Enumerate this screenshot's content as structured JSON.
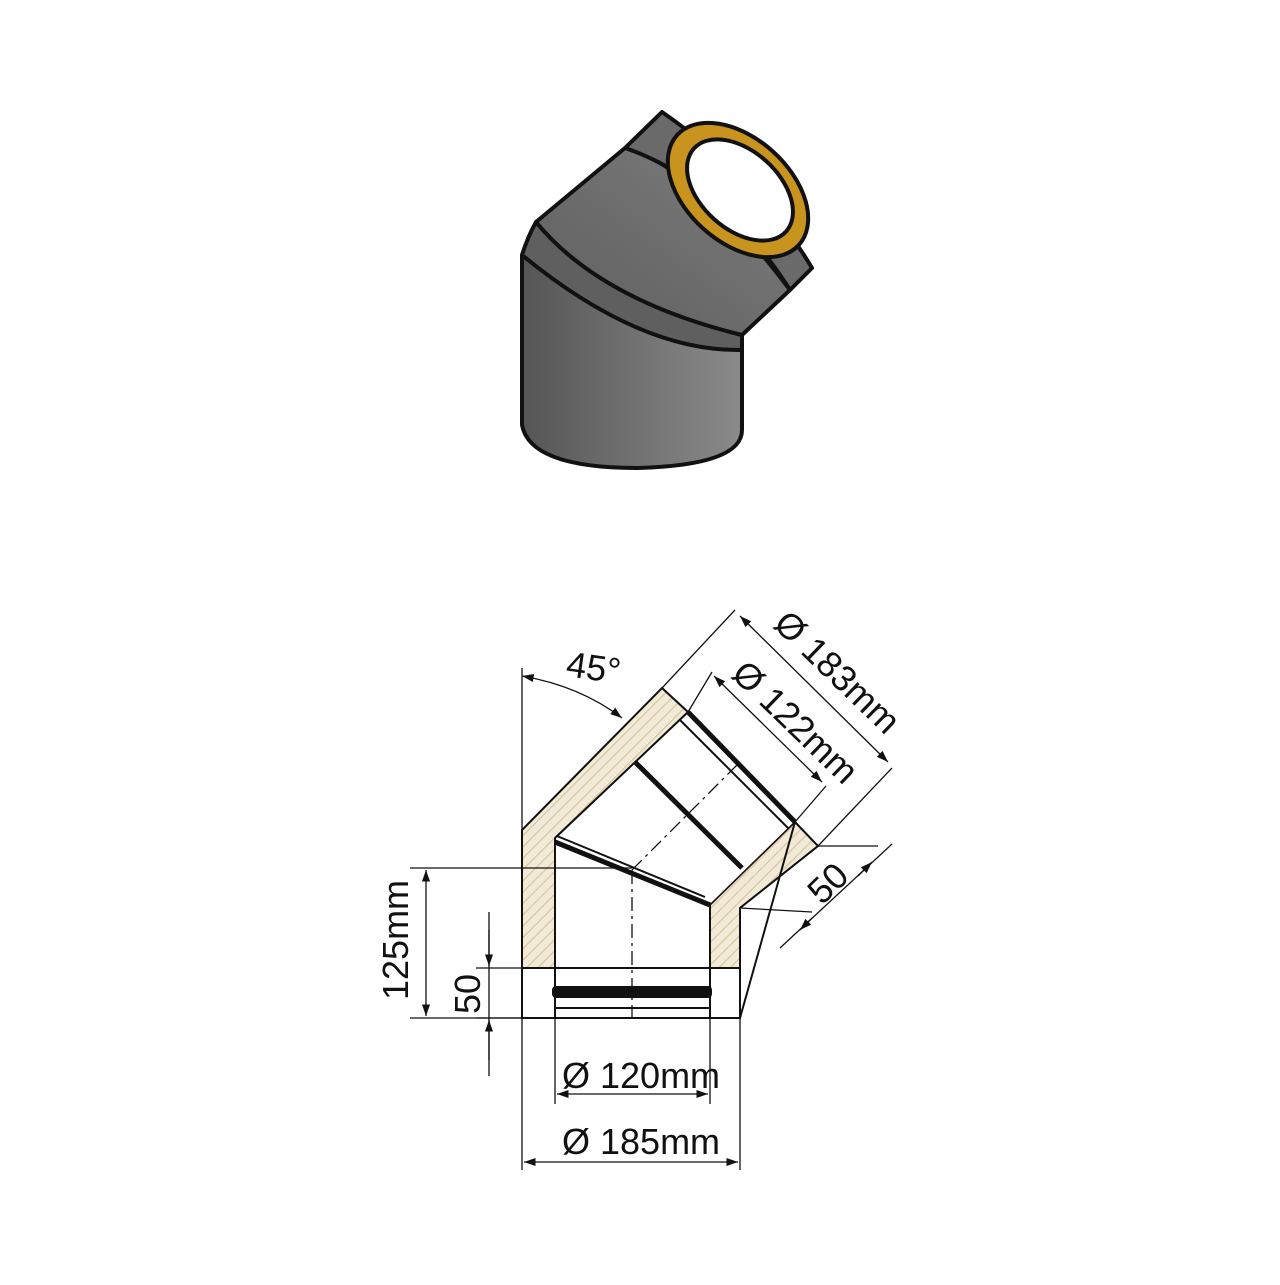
{
  "labels": {
    "angle": "45°",
    "outer_top_diameter": "Ø 183mm",
    "inner_top_diameter": "Ø 122mm",
    "top_sleeve_length": "50",
    "height": "125mm",
    "bottom_sleeve_length": "50",
    "inner_bottom_diameter": "Ø 120mm",
    "outer_bottom_diameter": "Ø 185mm"
  },
  "colors": {
    "outer_shell": "#6f6f6f",
    "insulation_ring": "#c8941e",
    "insulation_hatch": "#e7dcc2",
    "line": "#111111"
  }
}
